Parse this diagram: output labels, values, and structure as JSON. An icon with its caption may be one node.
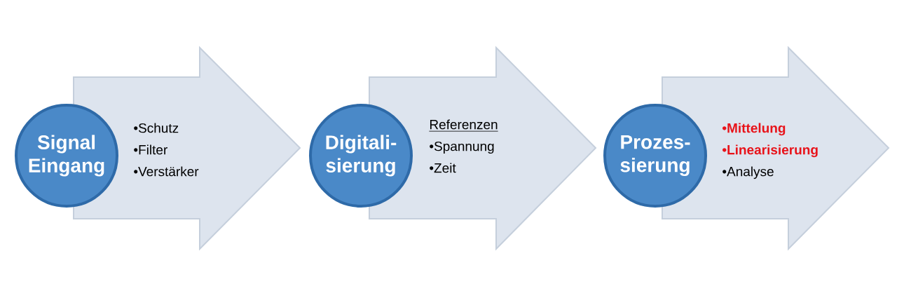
{
  "diagram": {
    "nodes": [
      {
        "text": [
          "•Schutz",
          "•Filter",
          "•Verstärker"
        ]
      },
      {
        "text": [
          "Signal Eingang"
        ]
      },
      {
        "text": [
          "Referenzen",
          "•Spannung",
          "•Zeit"
        ]
      },
      {
        "text": [
          "Digitali- sierung"
        ]
      },
      {
        "text": [
          "•Mittelung",
          "•Linearisierung",
          "•Analyse"
        ]
      },
      {
        "text": [
          "Prozes- sierung"
        ]
      }
    ]
  }
}
